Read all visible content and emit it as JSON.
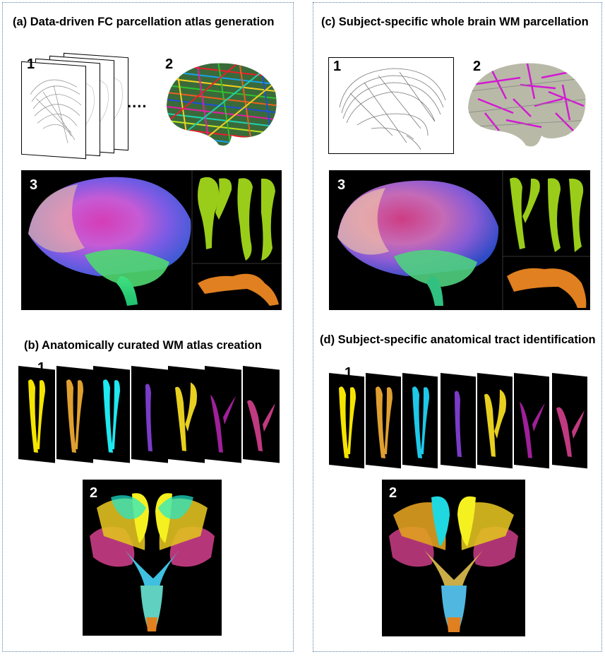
{
  "panels": {
    "a": {
      "title": "(a) Data-driven FC parcellation atlas generation",
      "labels": [
        "1",
        "2",
        "3"
      ],
      "dots": "...."
    },
    "b": {
      "title": "(b) Anatomically curated WM atlas creation",
      "labels": [
        "1",
        "2"
      ]
    },
    "c": {
      "title": "(c) Subject-specific whole brain WM parcellation",
      "labels": [
        "1",
        "2",
        "3"
      ]
    },
    "d": {
      "title": "(d) Subject-specific anatomical tract identification",
      "labels": [
        "1",
        "2"
      ]
    }
  },
  "colors": {
    "border": "#5b7fa8",
    "tract_colors": [
      "#f5e400",
      "#e0a030",
      "#1ee8f0",
      "#7a3cc8",
      "#e8d020",
      "#a0209a",
      "#c03a80"
    ],
    "green_tract": "#9acd1a",
    "orange_tract": "#e08020",
    "magenta_overlay": "#d21ad2"
  }
}
